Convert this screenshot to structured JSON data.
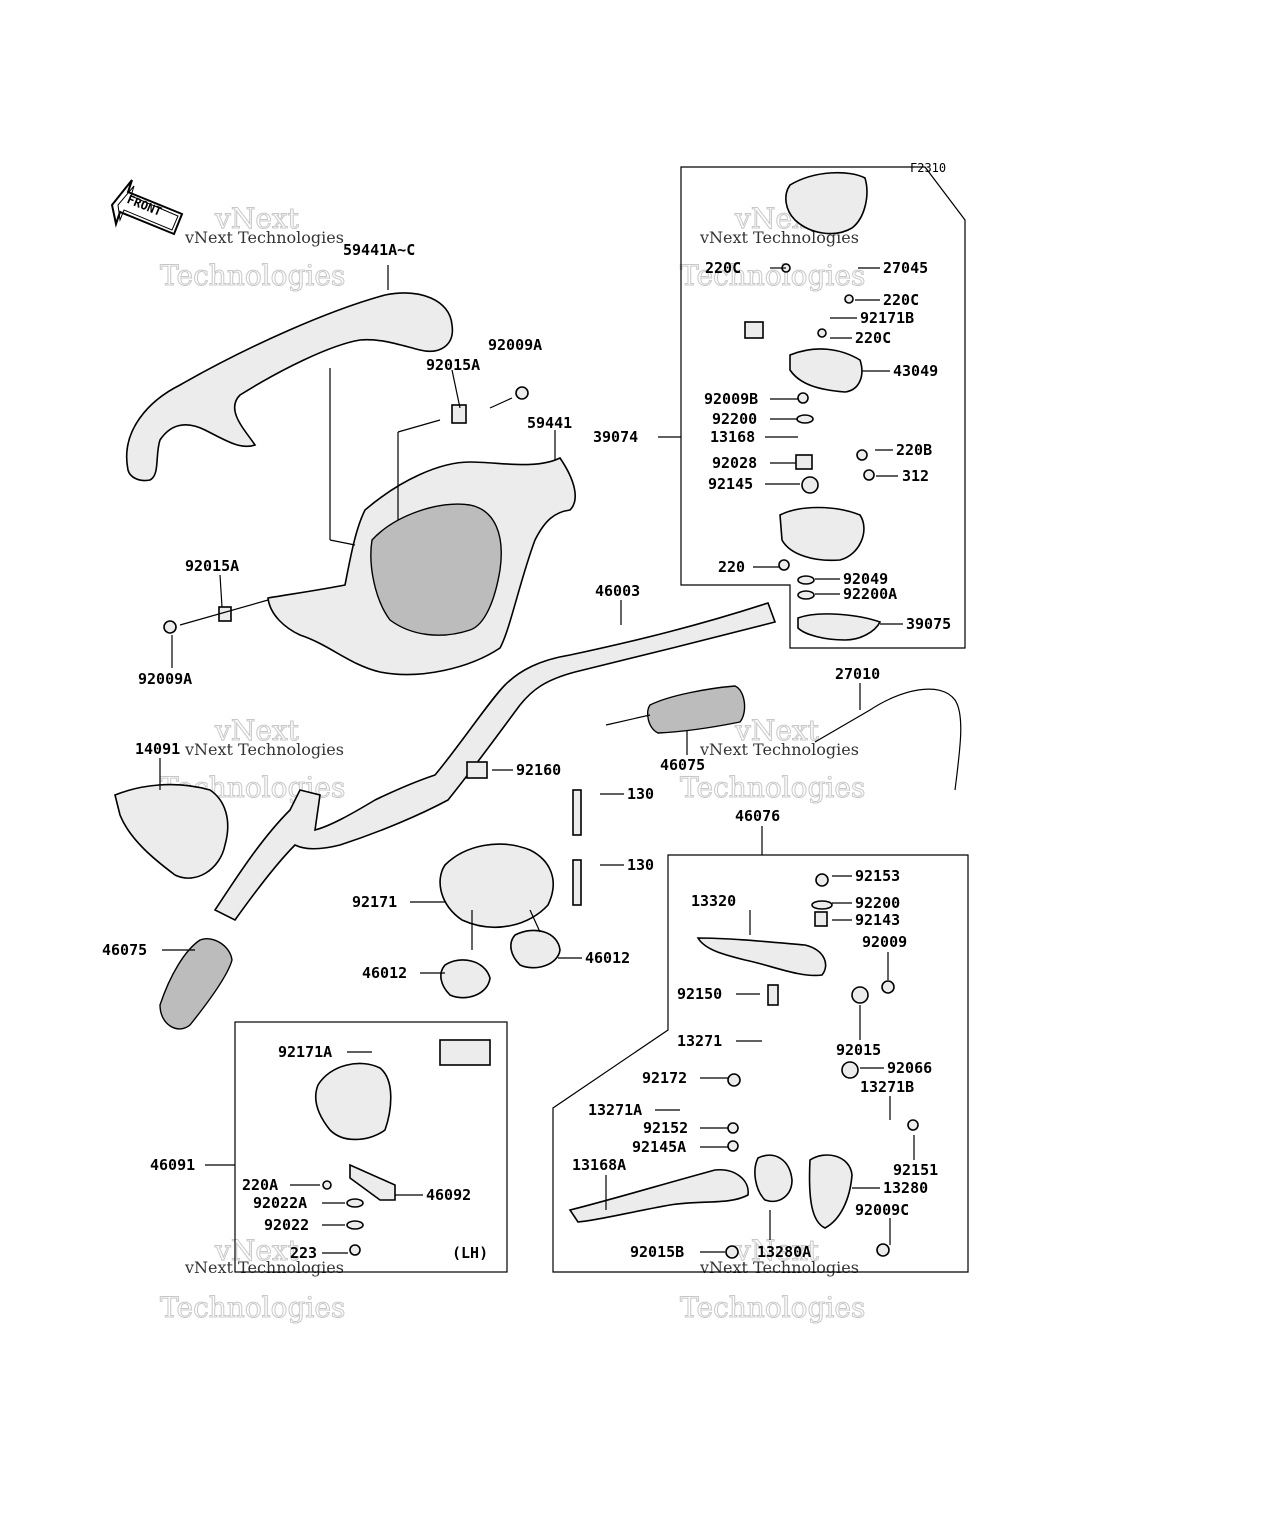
{
  "figure_id": "F2310",
  "direction_tag": "FRONT",
  "side_tag": "(LH)",
  "watermark": {
    "line1": "vNext Technologies",
    "line2a": "vNext",
    "line2b": "Technologies"
  },
  "part_labels": [
    "59441A~C",
    "92009A",
    "92015A",
    "59441",
    "92015A",
    "92009A",
    "46003",
    "14091",
    "46075",
    "92160",
    "130",
    "130",
    "92171",
    "46012",
    "46012",
    "46075",
    "27010",
    "46076",
    "39074",
    "220C",
    "27045",
    "220C",
    "92171B",
    "220C",
    "43049",
    "92009B",
    "92200",
    "13168",
    "220B",
    "92028",
    "312",
    "92145",
    "220",
    "92049",
    "92200A",
    "39075",
    "92153",
    "13320",
    "92200",
    "92143",
    "92009",
    "92150",
    "92015",
    "13271",
    "92066",
    "92172",
    "13271B",
    "13271A",
    "92152",
    "92145A",
    "13168A",
    "92151",
    "13280",
    "92009C",
    "92015B",
    "13280A",
    "92171A",
    "46091",
    "220A",
    "46092",
    "92022A",
    "92022",
    "223"
  ]
}
